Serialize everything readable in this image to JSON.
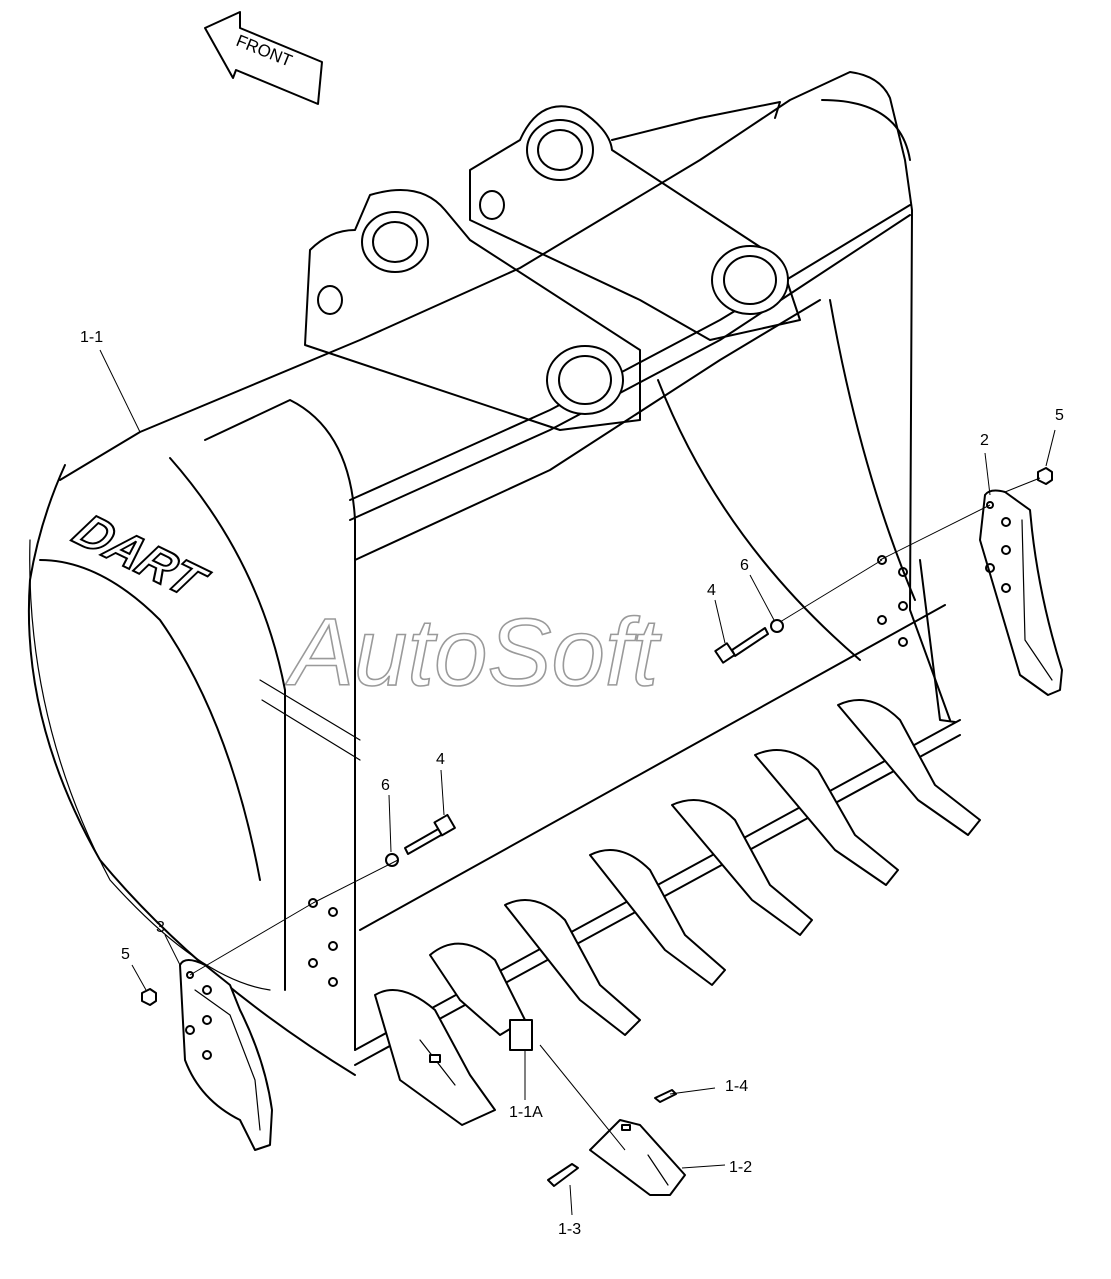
{
  "direction_label": "FRONT",
  "brand_logo": "DART",
  "watermark": "AutoSoft",
  "callouts": {
    "c_1_1": "1-1",
    "c_1_1a": "1-1A",
    "c_1_2": "1-2",
    "c_1_3": "1-3",
    "c_1_4": "1-4",
    "c_2": "2",
    "c_3": "3",
    "c_4_upper": "4",
    "c_4_lower": "4",
    "c_5_right": "5",
    "c_5_left": "5",
    "c_6_upper": "6",
    "c_6_lower": "6"
  }
}
